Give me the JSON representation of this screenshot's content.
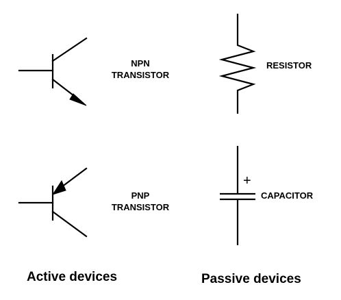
{
  "symbols": {
    "npn": {
      "line1": "NPN",
      "line2": "TRANSISTOR"
    },
    "pnp": {
      "line1": "PNP",
      "line2": "TRANSISTOR"
    },
    "resistor": {
      "label": "RESISTOR"
    },
    "capacitor": {
      "label": "CAPACITOR",
      "polarity": "+"
    }
  },
  "groups": {
    "active": "Active devices",
    "passive": "Passive devices"
  },
  "colors": {
    "stroke": "#000000",
    "background": "#ffffff"
  }
}
